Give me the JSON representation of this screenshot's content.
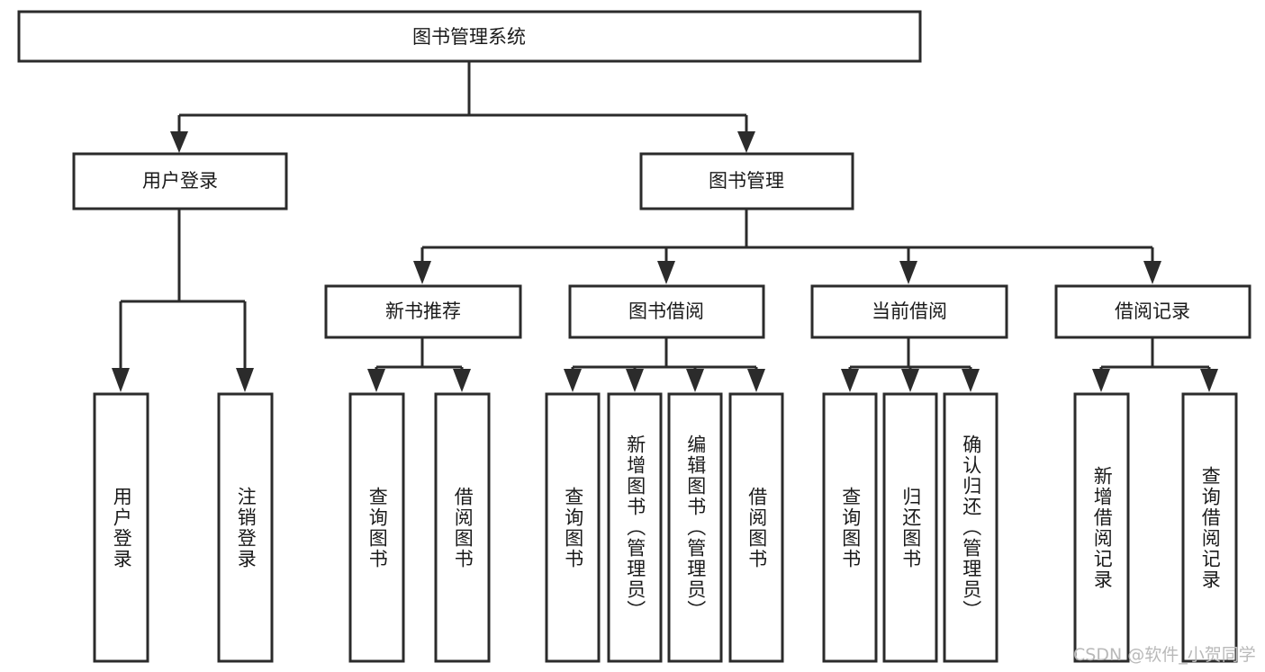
{
  "diagram": {
    "title": "图书管理系统",
    "type": "tree",
    "root": {
      "label": "图书管理系统",
      "children": [
        {
          "label": "用户登录",
          "children": [
            {
              "label": "用户登录"
            },
            {
              "label": "注销登录"
            }
          ]
        },
        {
          "label": "图书管理",
          "children": [
            {
              "label": "新书推荐",
              "children": [
                {
                  "label": "查询图书"
                },
                {
                  "label": "借阅图书"
                }
              ]
            },
            {
              "label": "图书借阅",
              "children": [
                {
                  "label": "查询图书"
                },
                {
                  "label": "新增图书（管理员）"
                },
                {
                  "label": "编辑图书（管理员）"
                },
                {
                  "label": "借阅图书"
                }
              ]
            },
            {
              "label": "当前借阅",
              "children": [
                {
                  "label": "查询图书"
                },
                {
                  "label": "归还图书"
                },
                {
                  "label": "确认归还（管理员）"
                }
              ]
            },
            {
              "label": "借阅记录",
              "children": [
                {
                  "label": "新增借阅记录"
                },
                {
                  "label": "查询借阅记录"
                }
              ]
            }
          ]
        }
      ]
    }
  },
  "nodes": {
    "root_title": "图书管理系统",
    "level1": [
      {
        "id": "user-login",
        "label": "用户登录"
      },
      {
        "id": "book-manage",
        "label": "图书管理"
      }
    ],
    "level2": [
      {
        "id": "new-book-recommend",
        "label": "新书推荐"
      },
      {
        "id": "book-borrow",
        "label": "图书借阅"
      },
      {
        "id": "current-borrow",
        "label": "当前借阅"
      },
      {
        "id": "borrow-record",
        "label": "借阅记录"
      }
    ],
    "leaves": {
      "user_login": [
        {
          "id": "leaf-user-login",
          "label": "用户登录"
        },
        {
          "id": "leaf-logout",
          "label": "注销登录"
        }
      ],
      "new_book_recommend": [
        {
          "id": "leaf-query-book-1",
          "label": "查询图书"
        },
        {
          "id": "leaf-borrow-book-1",
          "label": "借阅图书"
        }
      ],
      "book_borrow": [
        {
          "id": "leaf-query-book-2",
          "label": "查询图书"
        },
        {
          "id": "leaf-add-book",
          "label": "新增图书（管理员）"
        },
        {
          "id": "leaf-edit-book",
          "label": "编辑图书（管理员）"
        },
        {
          "id": "leaf-borrow-book-2",
          "label": "借阅图书"
        }
      ],
      "current_borrow": [
        {
          "id": "leaf-query-book-3",
          "label": "查询图书"
        },
        {
          "id": "leaf-return-book",
          "label": "归还图书"
        },
        {
          "id": "leaf-confirm-return",
          "label": "确认归还（管理员）"
        }
      ],
      "borrow_record": [
        {
          "id": "leaf-add-record",
          "label": "新增借阅记录"
        },
        {
          "id": "leaf-query-record",
          "label": "查询借阅记录"
        }
      ]
    }
  },
  "watermark": {
    "text": "CSDN @软件_小贺同学"
  },
  "colors": {
    "stroke": "#2b2b2b",
    "fill": "#ffffff",
    "text": "#1a1a1a",
    "watermark": "#b9b9b9",
    "background": "#ffffff"
  }
}
